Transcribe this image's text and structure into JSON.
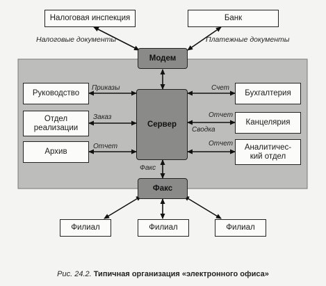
{
  "top": {
    "tax_office": "Налоговая инспекция",
    "bank": "Банк",
    "tax_docs": "Налоговые документы",
    "payment_docs": "Платежные документы"
  },
  "hubs": {
    "modem": "Модем",
    "server": "Сервер",
    "fax": "Факс"
  },
  "left": {
    "management": "Руководство",
    "sales_line1": "Отдел",
    "sales_line2": "реализации",
    "archive": "Архив",
    "orders": "Приказы",
    "order": "Заказ",
    "report": "Отчет"
  },
  "right": {
    "accounting": "Бухгалтерия",
    "office": "Канцелярия",
    "analytics_line1": "Аналитичес-",
    "analytics_line2": "кий отдел",
    "invoice": "Счет",
    "report_1": "Отчет",
    "summary": "Сводка",
    "report_2": "Отчет"
  },
  "fax_label": "Факс",
  "branches": {
    "b1": "Филиал",
    "b2": "Филиал",
    "b3": "Филиал"
  },
  "caption": {
    "figure": "Рис. 24.2.",
    "title": "Типичная организация «электронного офиса»"
  }
}
